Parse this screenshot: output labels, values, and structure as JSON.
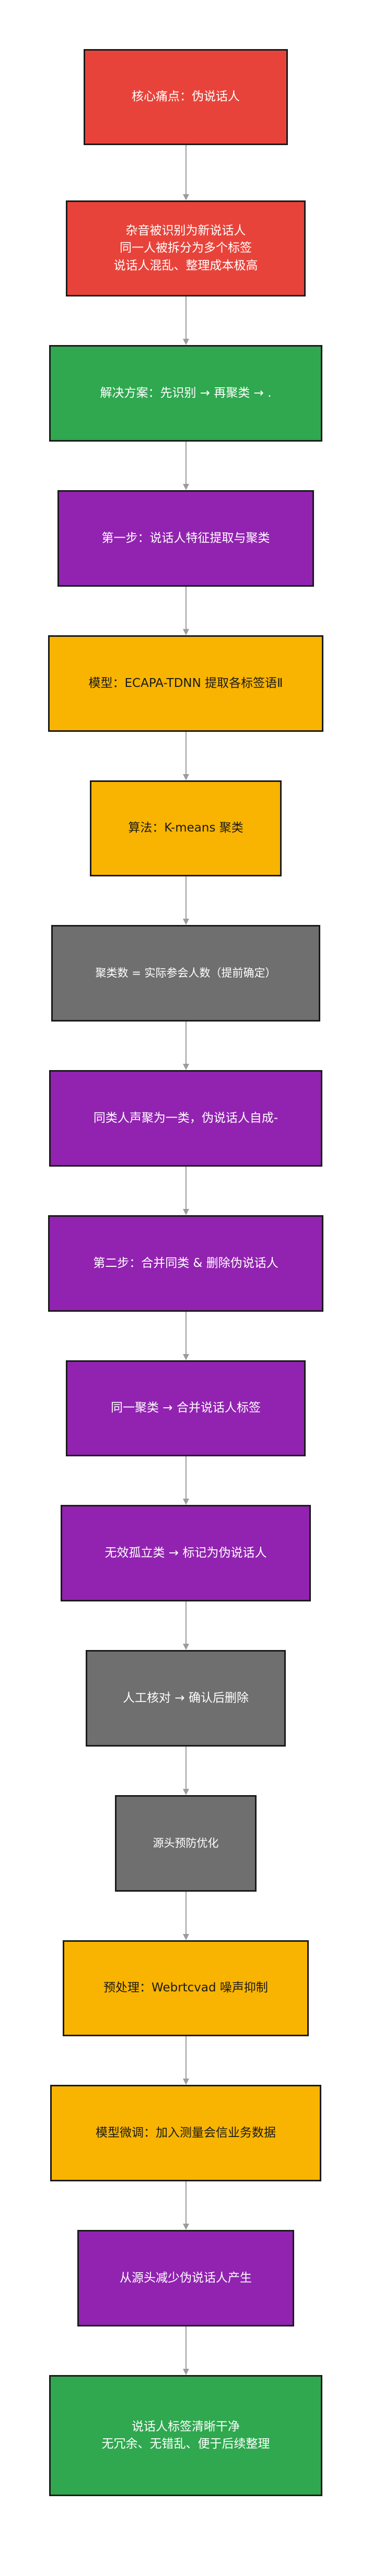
{
  "colors": {
    "red": "#e8433a",
    "green": "#2fa84f",
    "purple": "#9123b0",
    "amber": "#f8b400",
    "gray": "#6f6f6f",
    "connector": "#9c9c9c"
  },
  "diagram": {
    "nodes": [
      {
        "id": "n1",
        "label": "核心痛点：伪说话人",
        "color": "red"
      },
      {
        "id": "n2",
        "label": "杂音被识别为新说话人\n同一人被拆分为多个标签\n说话人混乱、整理成本极高",
        "color": "red"
      },
      {
        "id": "n3",
        "label": "解决方案：先识别 → 再聚类 → .",
        "color": "green"
      },
      {
        "id": "n4",
        "label": "第一步：说话人特征提取与聚类",
        "color": "purple"
      },
      {
        "id": "n5",
        "label": "模型：ECAPA-TDNN 提取各标签语Ⅱ",
        "color": "amber"
      },
      {
        "id": "n6",
        "label": "算法：K-means 聚类",
        "color": "amber"
      },
      {
        "id": "n7",
        "label": "聚类数 = 实际参会人数（提前确定）",
        "color": "gray"
      },
      {
        "id": "n8",
        "label": "同类人声聚为一类，伪说话人自成-",
        "color": "purple"
      },
      {
        "id": "n9",
        "label": "第二步：合并同类 & 删除伪说话人",
        "color": "purple"
      },
      {
        "id": "n10",
        "label": "同一聚类 → 合并说话人标签",
        "color": "purple"
      },
      {
        "id": "n11",
        "label": "无效孤立类 → 标记为伪说话人",
        "color": "purple"
      },
      {
        "id": "n12",
        "label": "人工核对 → 确认后删除",
        "color": "gray"
      },
      {
        "id": "n13",
        "label": "源头预防优化",
        "color": "gray"
      },
      {
        "id": "n14",
        "label": "预处理：Webrtcvad 噪声抑制",
        "color": "amber"
      },
      {
        "id": "n15",
        "label": "模型微调：加入测量会信业务数据",
        "color": "amber"
      },
      {
        "id": "n16",
        "label": "从源头减少伪说话人产生",
        "color": "purple"
      },
      {
        "id": "n17",
        "label": "说话人标签清晰干净\n无冗余、无错乱、便于后续整理",
        "color": "green"
      }
    ]
  }
}
